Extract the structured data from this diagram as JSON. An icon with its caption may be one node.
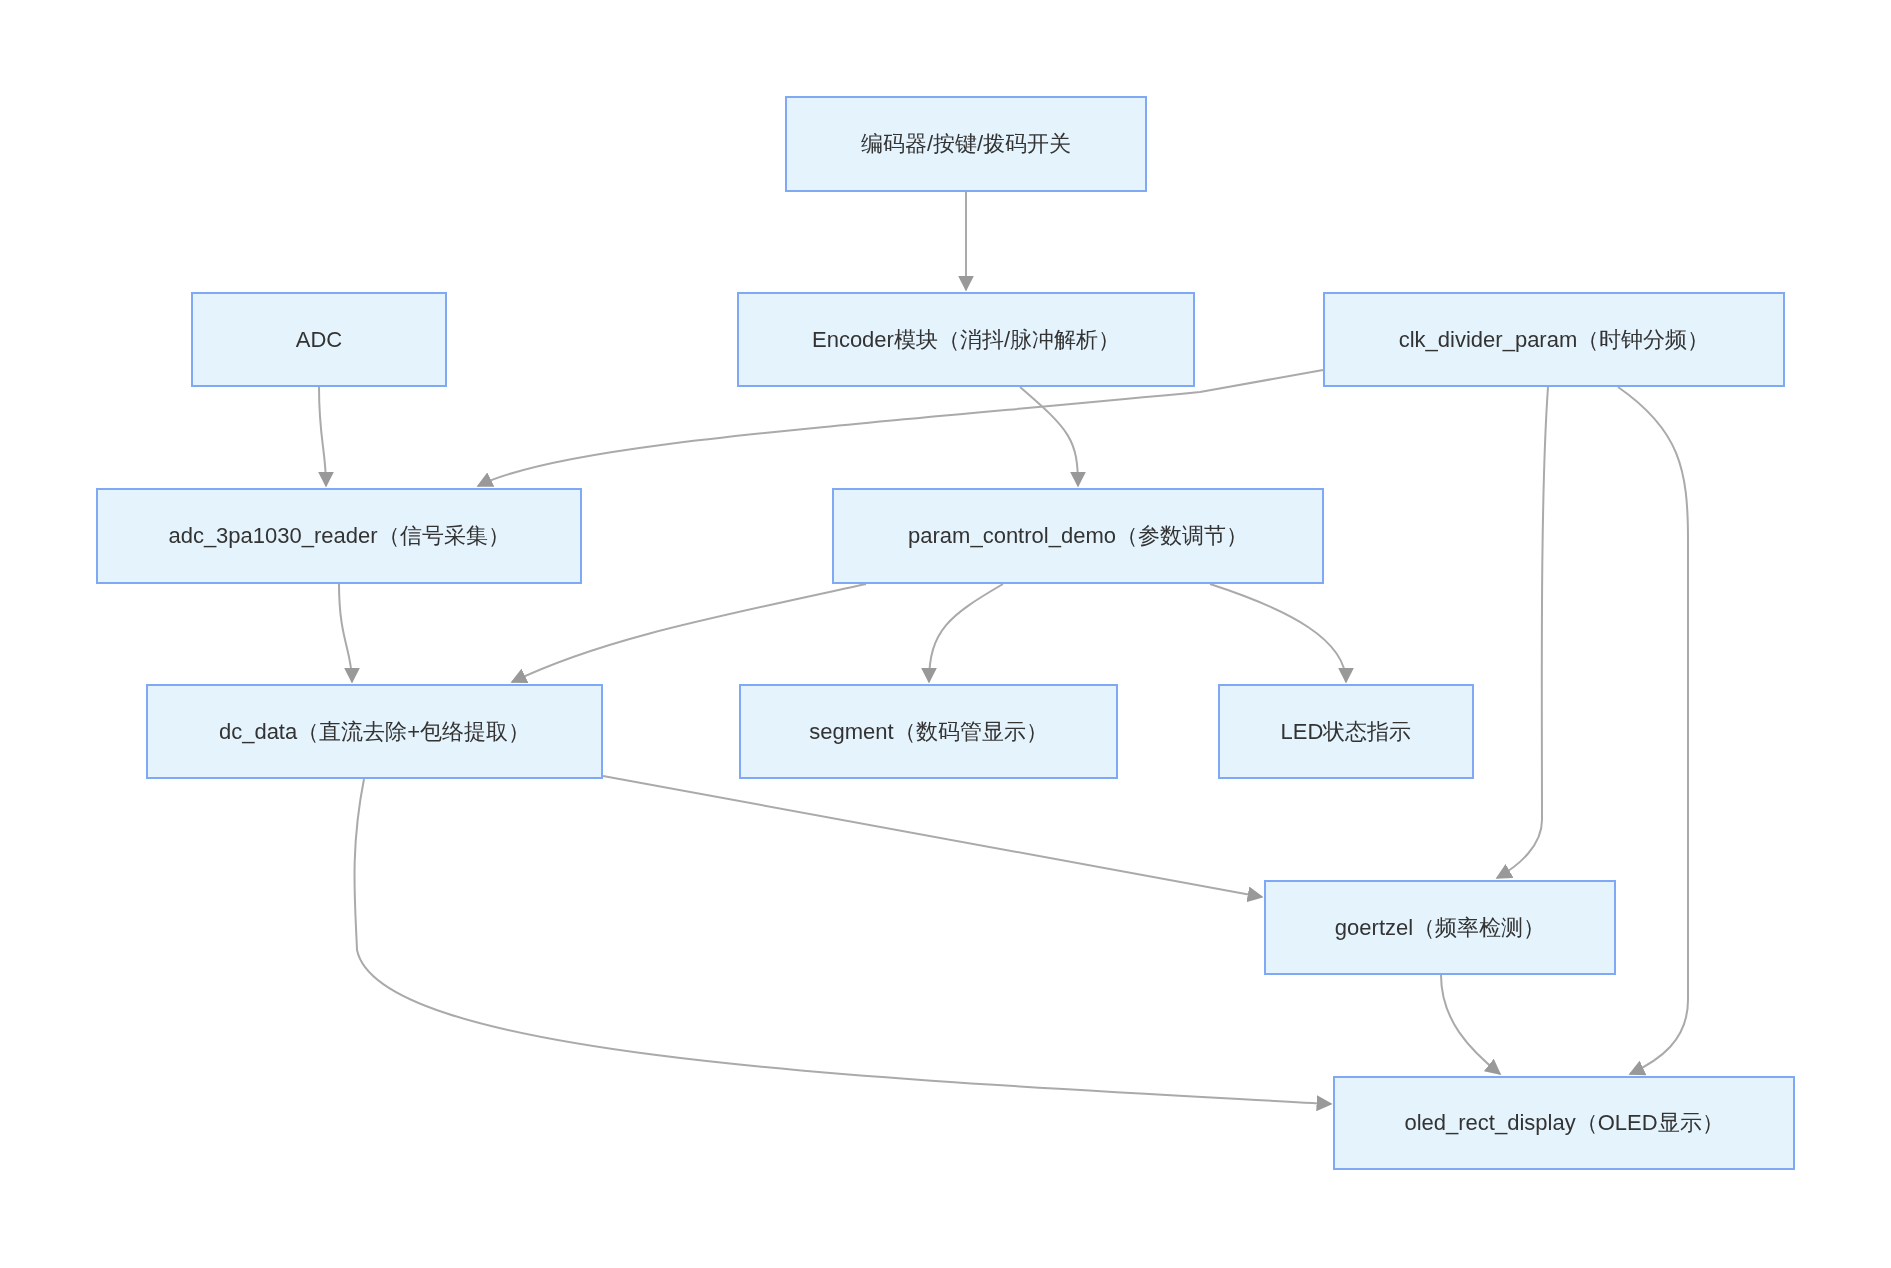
{
  "diagram": {
    "nodes": [
      {
        "text": [
          "编码器/按键/拨码开关"
        ]
      },
      {
        "text": [
          "ADC"
        ]
      },
      {
        "text": [
          "Encoder模块（消抖/脉冲解析）"
        ]
      },
      {
        "text": [
          "clk_divider_param（时钟分频）"
        ]
      },
      {
        "text": [
          "adc_3pa1030_reader（信号采集）"
        ]
      },
      {
        "text": [
          "param_control_demo（参数调节）"
        ]
      },
      {
        "text": [
          "dc_data（直流去除+包络提取）"
        ]
      },
      {
        "text": [
          "segment（数码管显示）"
        ]
      },
      {
        "text": [
          "LED状态指示"
        ]
      },
      {
        "text": [
          "goertzel（频率检测）"
        ]
      },
      {
        "text": [
          "oled_rect_display（OLED显示）"
        ]
      }
    ],
    "edges": [
      {
        "from": 0,
        "to": 2,
        "arrow": "to"
      },
      {
        "from": 1,
        "to": 4,
        "arrow": "to"
      },
      {
        "from": 2,
        "to": 5,
        "arrow": "to"
      },
      {
        "from": 3,
        "to": 4,
        "arrow": "to"
      },
      {
        "from": 4,
        "to": 6,
        "arrow": "to"
      },
      {
        "from": 5,
        "to": 6,
        "arrow": "to"
      },
      {
        "from": 5,
        "to": 7,
        "arrow": "to"
      },
      {
        "from": 5,
        "to": 8,
        "arrow": "to"
      },
      {
        "from": 6,
        "to": 9,
        "arrow": "to"
      },
      {
        "from": 3,
        "to": 9,
        "arrow": "to"
      },
      {
        "from": 3,
        "to": 10,
        "arrow": "to"
      },
      {
        "from": 6,
        "to": 10,
        "arrow": "to"
      },
      {
        "from": 9,
        "to": 10,
        "arrow": "to"
      }
    ]
  }
}
